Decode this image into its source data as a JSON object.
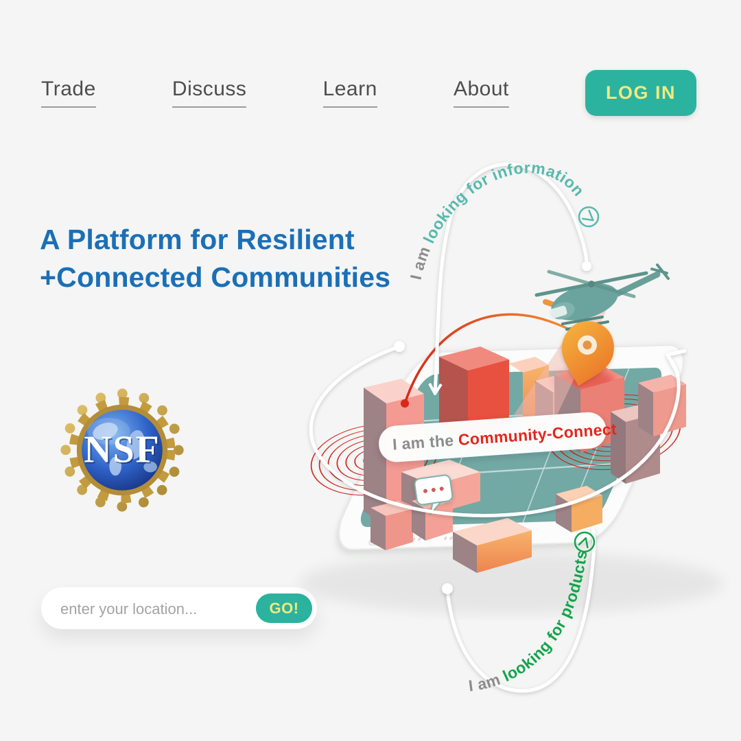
{
  "page": {
    "background": "#f4f5f4"
  },
  "nav": {
    "items": [
      {
        "label": "Trade"
      },
      {
        "label": "Discuss"
      },
      {
        "label": "Learn"
      },
      {
        "label": "About"
      }
    ],
    "login_label": "LOG IN"
  },
  "hero": {
    "title_line1": "A Platform for Resilient",
    "title_line2": "+Connected Communities"
  },
  "logo": {
    "text": "NSF"
  },
  "search": {
    "placeholder": "enter your location...",
    "go_label": "GO!"
  },
  "illustration": {
    "arc_top": {
      "prefix": "I am ",
      "text": "looking for information"
    },
    "arc_bottom": {
      "prefix": "I am ",
      "text": "looking for products"
    },
    "center_label": {
      "prefix": "I am the ",
      "text": "Community-Connect"
    }
  },
  "colors": {
    "accent_teal": "#2bb3a0",
    "button_text_yellow": "#f1e97e",
    "headline_blue": "#1b6fb6",
    "arc_teal": "#57b9ad",
    "arc_green": "#13a44b",
    "label_red": "#e3261c",
    "phone_screen_teal": "#73a9a5",
    "ring_red": "#cb1a12"
  }
}
